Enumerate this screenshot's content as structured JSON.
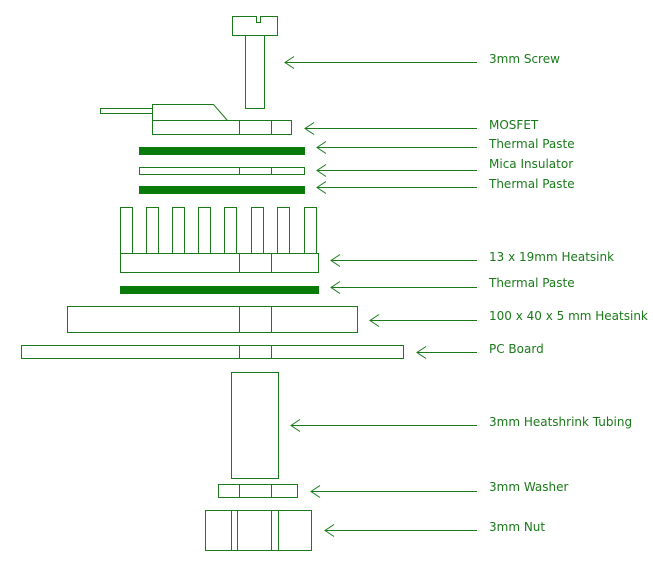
{
  "colors": {
    "line": "#1a7a1a",
    "paste": "#0a7a0a",
    "background": "#ffffff"
  },
  "labels": {
    "screw": "3mm Screw",
    "mosfet": "MOSFET",
    "paste1": "Thermal Paste",
    "mica": "Mica Insulator",
    "paste2": "Thermal Paste",
    "heatsink_small": "13 x 19mm Heatsink",
    "paste3": "Thermal Paste",
    "heatsink_large": "100 x 40 x 5 mm Heatsink",
    "pcb": "PC Board",
    "tubing": "3mm Heatshrink Tubing",
    "washer": "3mm Washer",
    "nut": "3mm Nut"
  }
}
